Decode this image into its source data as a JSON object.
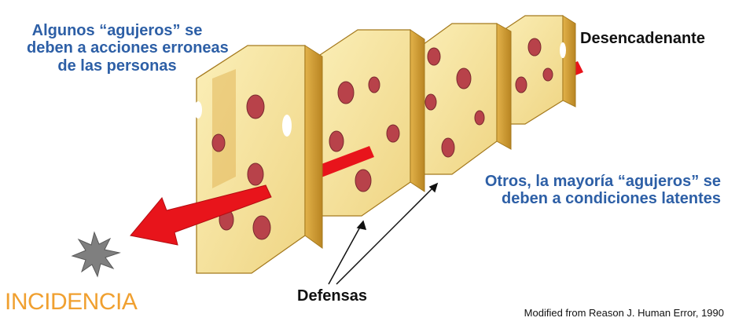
{
  "labels": {
    "top_left": [
      "Algunos “agujeros” se",
      "deben a acciones erroneas",
      "de las personas"
    ],
    "trigger": "Desencadenante",
    "right": [
      "Otros, la mayoría “agujeros” se",
      "deben a condiciones latentes"
    ],
    "defenses": "Defensas",
    "incident": "INCIDENCIA",
    "source": "Modified from Reason J. Human Error, 1990"
  },
  "colors": {
    "cheese_face": "#f7e7a0",
    "cheese_side": "#d9a93a",
    "cheese_top": "#fbf0bd",
    "hole": "#b8424a",
    "arrow": "#e8141b",
    "blue_text": "#2d5fa6",
    "incident_text": "#f0a030",
    "star": "#7f7f7f"
  },
  "icons": {
    "incident_burst": "starburst-icon",
    "trajectory": "red-arrow"
  }
}
